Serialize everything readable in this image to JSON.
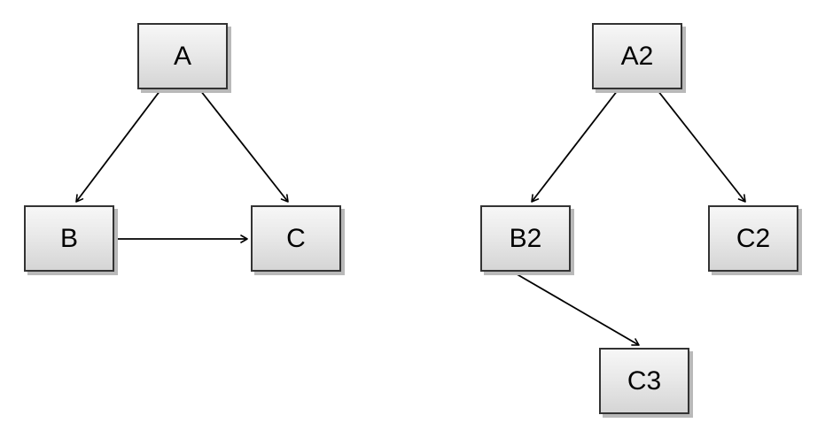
{
  "diagram": {
    "left_graph": {
      "nodes": [
        {
          "id": "A",
          "label": "A"
        },
        {
          "id": "B",
          "label": "B"
        },
        {
          "id": "C",
          "label": "C"
        }
      ],
      "edges": [
        {
          "from": "A",
          "to": "B"
        },
        {
          "from": "A",
          "to": "C"
        },
        {
          "from": "B",
          "to": "C"
        }
      ]
    },
    "right_graph": {
      "nodes": [
        {
          "id": "A2",
          "label": "A2"
        },
        {
          "id": "B2",
          "label": "B2"
        },
        {
          "id": "C2",
          "label": "C2"
        },
        {
          "id": "C3",
          "label": "C3"
        }
      ],
      "edges": [
        {
          "from": "A2",
          "to": "B2"
        },
        {
          "from": "A2",
          "to": "C2"
        },
        {
          "from": "B2",
          "to": "C3"
        }
      ]
    },
    "colors": {
      "background": "#ffffff",
      "node_fill_top": "#f7f7f7",
      "node_fill_bottom": "#d5d5d5",
      "node_border": "#333333",
      "node_shadow": "#b9b9b9",
      "edge_stroke": "#000000",
      "label_text": "#000000"
    }
  }
}
